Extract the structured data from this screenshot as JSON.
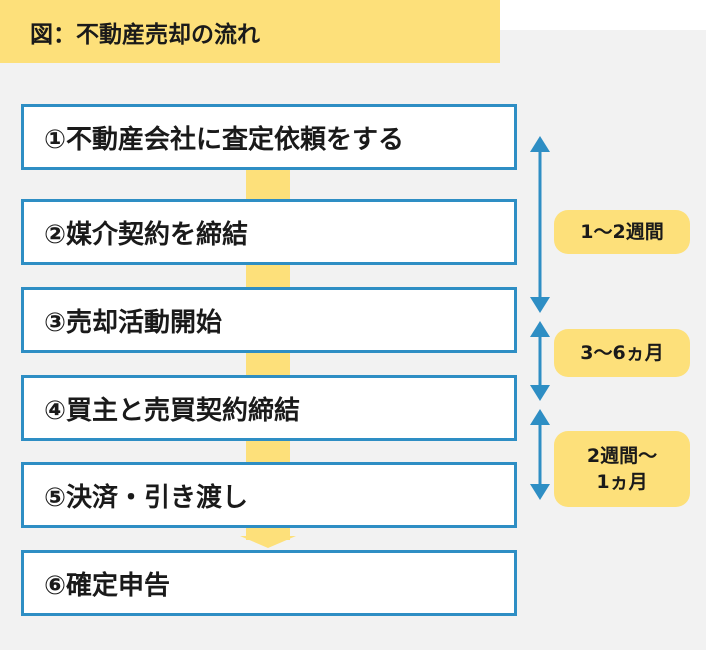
{
  "title": "図：不動産売却の流れ",
  "steps": [
    "①不動産会社に査定依頼をする",
    "②媒介契約を締結",
    "③売却活動開始",
    "④買主と売買契約締結",
    "⑤決済・引き渡し",
    "⑥確定申告"
  ],
  "periods": [
    {
      "line1": "1〜2週間",
      "line2": ""
    },
    {
      "line1": "3〜6ヵ月",
      "line2": ""
    },
    {
      "line1": "2週間〜",
      "line2": "1ヵ月"
    }
  ],
  "colors": {
    "accent_blue": "#2e8ec4",
    "highlight_yellow": "#fde07a",
    "panel_gray": "#f2f2f2"
  }
}
